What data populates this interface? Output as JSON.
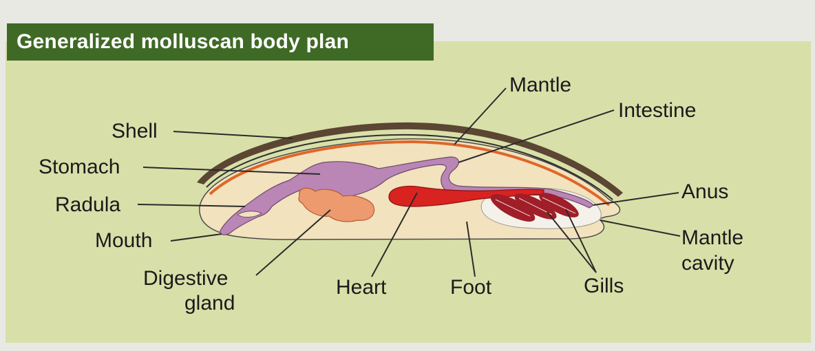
{
  "title": "Generalized molluscan body plan",
  "labels": {
    "shell": "Shell",
    "stomach": "Stomach",
    "radula": "Radula",
    "mouth": "Mouth",
    "digestive_gland_1": "Digestive",
    "digestive_gland_2": "gland",
    "heart": "Heart",
    "foot": "Foot",
    "gills": "Gills",
    "mantle": "Mantle",
    "intestine": "Intestine",
    "anus": "Anus",
    "mantle_cavity_1": "Mantle",
    "mantle_cavity_2": "cavity"
  },
  "colors": {
    "panel": "#d9dfa9",
    "title_bar": "#3f6a26",
    "shell": "#5a4632",
    "body": "#f2e2bd",
    "mantle_line": "#e0662a",
    "digestive_tract": "#b986b6",
    "digestive_gland": "#ec9a6e",
    "heart": "#d82320",
    "gills": "#a01e28",
    "mantle_cavity": "#f4f1ea"
  }
}
